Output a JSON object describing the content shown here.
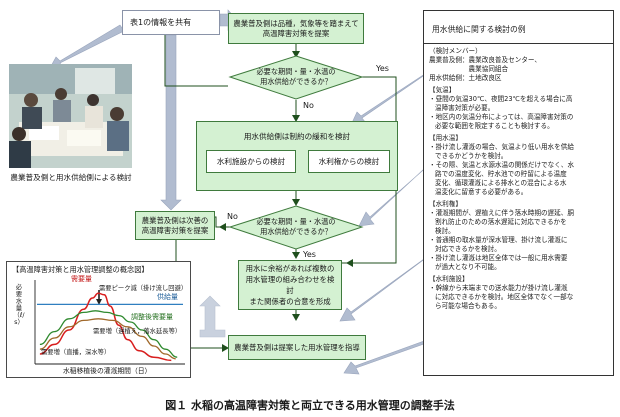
{
  "info_box": "表1の情報を共有",
  "photo_caption": "農業普及側と用水供給側による検討",
  "flow": {
    "top_box": [
      "農業普及側は品種，気象等を踏まえて",
      "高温障害対策を提案"
    ],
    "diamond1": [
      "必要な期間・量・水温の",
      "用水供給ができるか？"
    ],
    "yes1": "Yes",
    "no1": "No",
    "group_title": "用水供給側は制約の緩和を検討",
    "facility": "水利施設からの検討",
    "rights": "水利権からの検討",
    "diamond2": [
      "必要な期間・量・水温の",
      "用水供給ができるか？"
    ],
    "no2": "No",
    "yes2": "Yes",
    "alt_box": [
      "農業普及側は次善の",
      "高温障害対策を提案"
    ],
    "combo_box": [
      "用水に余裕があれば複数の",
      "用水管理の組み合わせを検討",
      "また関係者の合意を形成"
    ],
    "final_box": "農業普及側は提案した用水管理を指導"
  },
  "concept": {
    "title": "【高温障害対策と用水管理調整の概念図】",
    "ylabel": "必要水量（ℓ/s）",
    "xlabel": "水稲移植後の灌漑期間（日）",
    "labels": {
      "demand": "需要量",
      "peak": "需要ピーク減（掛け流し回避）",
      "supply": "供給量",
      "adjusted": "調整後需要量",
      "increase_late": "需要増（遅植え，落水延長等）",
      "increase_direct": "需要増（直播，深水等）"
    }
  },
  "chart_data": {
    "type": "line",
    "title": "【高温障害対策と用水管理調整の概念図】",
    "xlabel": "水稲移植後の灌漑期間（日）",
    "ylabel": "必要水量（ℓ/s）",
    "xlim": [
      0,
      100
    ],
    "ylim": [
      0,
      100
    ],
    "grid": false,
    "series": [
      {
        "name": "需要量",
        "color": "#d81e1e",
        "x": [
          2,
          12,
          22,
          32,
          38,
          42,
          46,
          50,
          56,
          62,
          70,
          80,
          92
        ],
        "y": [
          10,
          22,
          40,
          66,
          80,
          86,
          84,
          70,
          46,
          28,
          14,
          6,
          2
        ]
      },
      {
        "name": "調整後需要量",
        "color": "#2f8a2f",
        "x": [
          2,
          12,
          22,
          32,
          40,
          48,
          56,
          64,
          72,
          80,
          88,
          96
        ],
        "y": [
          22,
          38,
          54,
          62,
          64,
          62,
          58,
          50,
          40,
          28,
          16,
          6
        ]
      },
      {
        "name": "",
        "color": "#a0682a",
        "x": [
          2,
          12,
          22,
          32,
          42,
          52,
          62,
          72,
          80,
          88,
          95
        ],
        "y": [
          16,
          30,
          44,
          52,
          54,
          52,
          44,
          32,
          20,
          10,
          4
        ]
      }
    ],
    "supply_level": 72,
    "supply_color": "#2f7fc0"
  },
  "panel": {
    "title": "用水供給に関する検討の例",
    "members_head": "（検討メンバー）",
    "member_lines": [
      "農業普及側：農業改良普及センター、",
      "　　　　　　農業協同組合",
      "用水供給側：土地改良区"
    ],
    "sections": [
      {
        "head": "【気温】",
        "items": [
          [
            "・昼間の気温30℃、夜間23℃を超える場合に高",
            "温障害対策が必要。"
          ],
          [
            "・地区内の気温分布によっては、高温障害対策の",
            "必要な範囲を限定することも検討する。"
          ]
        ]
      },
      {
        "head": "【用水温】",
        "items": [
          [
            "・掛け流し灌漑の場合、気温より低い用水を供給",
            "できるかどうかを検討。"
          ],
          [
            "・その際、気温と水源水温の関係だけでなく、水",
            "路での温度変化、貯水池での貯留による温度",
            "変化、循環灌漑による排水との混合による水",
            "温変化に留意する必要がある。"
          ]
        ]
      },
      {
        "head": "【水利権】",
        "items": [
          [
            "・灌漑期間が、遅植えに伴う落水時期の遅延、胴",
            "割れ防止のための落水遅延に対応できるかを",
            "検討。"
          ],
          [
            "・普通期の取水量が深水管理、掛け流し灌漑に",
            "対応できるかを検討。"
          ],
          [
            "・掛け流し灌漑は地区全体では一般に用水需要",
            "が過大となり不可能。"
          ]
        ]
      },
      {
        "head": "【水利施設】",
        "items": [
          [
            "・幹線から末端までの送水能力が掛け流し灌漑",
            "に対応できるかを検討。地区全体でなく一部な",
            "ら可能な場合もある。"
          ]
        ]
      }
    ]
  },
  "figure_caption": "図１ 水稲の高温障害対策と両立できる用水管理の調整手法"
}
